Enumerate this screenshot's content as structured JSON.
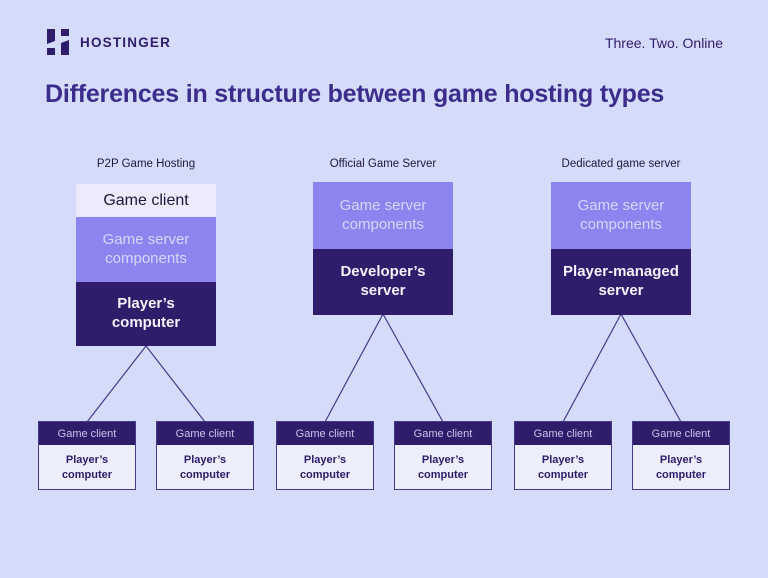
{
  "header": {
    "brand": "HOSTINGER",
    "tagline": "Three. Two. Online",
    "logo_icon": "hostinger-h-icon"
  },
  "title": "Differences in structure between game hosting types",
  "colors": {
    "background": "#d5dcfa",
    "light_box": "#efeafb",
    "medium_purple": "#8c85f0",
    "dark_purple": "#2f1c6a",
    "title_text": "#3c2c8c",
    "child_body": "#edeefc",
    "connector": "#453a8a"
  },
  "columns": [
    {
      "label": "P2P Game Hosting",
      "stack": [
        {
          "text": "Game client",
          "variant": "light"
        },
        {
          "text": "Game server components",
          "variant": "medium"
        },
        {
          "text": "Player’s computer",
          "variant": "dark"
        }
      ],
      "children": [
        {
          "header": "Game client",
          "body": "Player’s computer"
        },
        {
          "header": "Game client",
          "body": "Player’s computer"
        }
      ]
    },
    {
      "label": "Official Game Server",
      "stack": [
        {
          "text": "Game server components",
          "variant": "medium"
        },
        {
          "text": "Developer’s server",
          "variant": "dark"
        }
      ],
      "children": [
        {
          "header": "Game client",
          "body": "Player’s computer"
        },
        {
          "header": "Game client",
          "body": "Player’s computer"
        }
      ]
    },
    {
      "label": "Dedicated game server",
      "stack": [
        {
          "text": "Game server components",
          "variant": "medium"
        },
        {
          "text": "Player-managed server",
          "variant": "dark"
        }
      ],
      "children": [
        {
          "header": "Game client",
          "body": "Player’s computer"
        },
        {
          "header": "Game client",
          "body": "Player’s computer"
        }
      ]
    }
  ]
}
